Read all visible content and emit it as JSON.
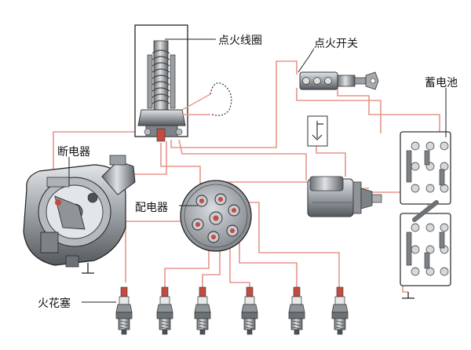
{
  "labels": {
    "ignition_coil": "点火线圈",
    "ignition_switch": "点火开关",
    "battery": "蓄电池",
    "breaker": "断电器",
    "distributor": "配电器",
    "spark_plug": "火花塞"
  },
  "colors": {
    "wire": "#e8958c",
    "wire_dark": "#c44a42",
    "metal": "#8f9499",
    "metal_dark": "#4c5156",
    "metal_light": "#d3d7da",
    "outline": "#222222",
    "leader": "#222222"
  },
  "icons": [
    "ignition-coil-icon",
    "ignition-switch-icon",
    "battery-icon",
    "breaker-icon",
    "distributor-cap-icon",
    "starter-motor-icon",
    "spark-plug-icon",
    "ground-symbol-icon",
    "relay-switch-icon"
  ]
}
